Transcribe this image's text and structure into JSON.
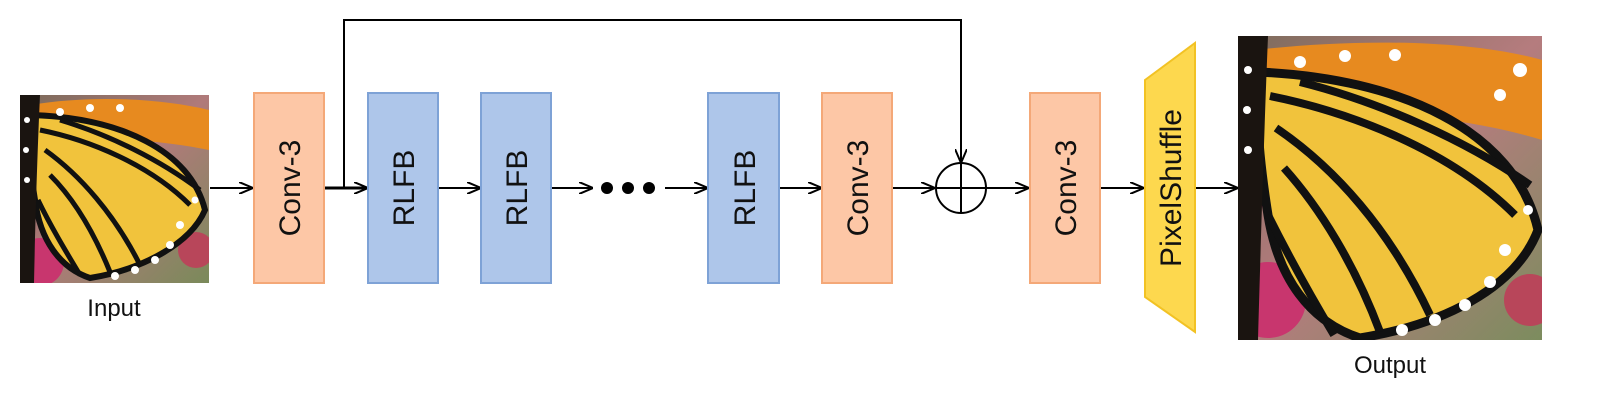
{
  "input_caption": "Input",
  "output_caption": "Output",
  "blocks": {
    "conv_head": "Conv-3",
    "rlfb_1": "RLFB",
    "rlfb_2": "RLFB",
    "rlfb_n": "RLFB",
    "conv_body": "Conv-3",
    "conv_tail": "Conv-3",
    "pixel_shuffle": "PixelShuffle"
  },
  "colors": {
    "conv_fill": "#fdc7a6",
    "conv_stroke": "#f4a878",
    "rlfb_fill": "#aec6ea",
    "rlfb_stroke": "#7ea2d6",
    "pixelshuffle_fill": "#fdd84e",
    "pixelshuffle_stroke": "#f2c224",
    "arrow": "#000000"
  },
  "icons": {
    "ellipsis": "ellipsis-icon",
    "add": "circle-plus-icon"
  }
}
